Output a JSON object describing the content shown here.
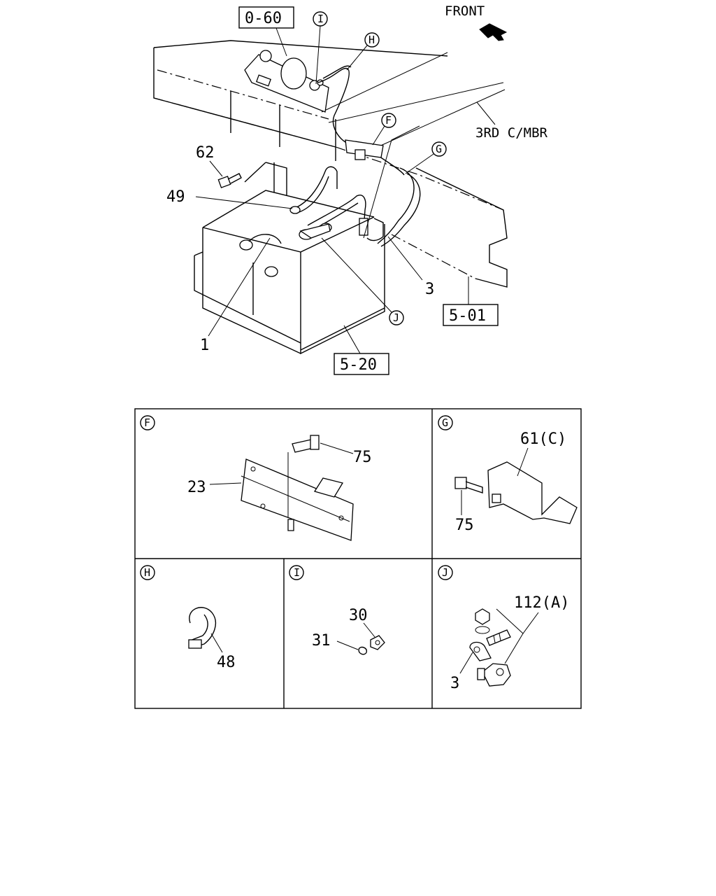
{
  "labels": {
    "front": "FRONT",
    "member": "3RD C/MBR",
    "ref_060": "0-60",
    "ref_501": "5-01",
    "ref_520": "5-20",
    "p62": "62",
    "p49": "49",
    "p1": "1",
    "p3": "3"
  },
  "callouts": {
    "i": "I",
    "h": "H",
    "f": "F",
    "g": "G",
    "j": "J"
  },
  "details": {
    "f": {
      "tag": "F",
      "p75": "75",
      "p23": "23"
    },
    "g": {
      "tag": "G",
      "p61": "61(C)",
      "p75": "75"
    },
    "h": {
      "tag": "H",
      "p48": "48"
    },
    "i": {
      "tag": "I",
      "p30": "30",
      "p31": "31"
    },
    "j": {
      "tag": "J",
      "p112": "112(A)",
      "p3": "3"
    }
  }
}
